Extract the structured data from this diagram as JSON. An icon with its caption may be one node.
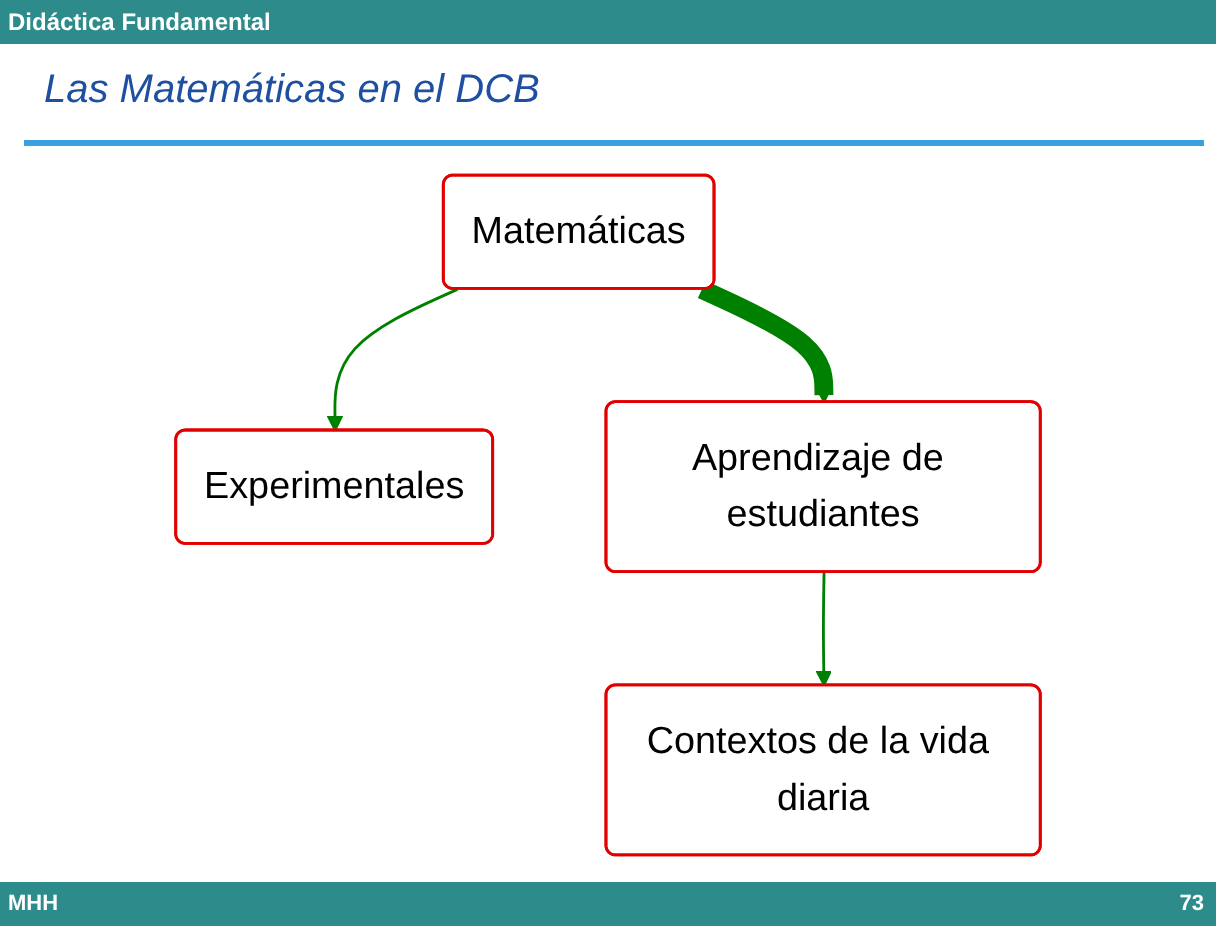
{
  "diagram": {
    "title": "Las Matemáticas en el DCB",
    "nodes": [
      {
        "text": [
          "Matemáticas"
        ]
      },
      {
        "text": [
          "Experimentales"
        ]
      },
      {
        "text": [
          "Aprendizaje de estudiantes"
        ]
      },
      {
        "text": [
          "Contextos de la vida diaria"
        ]
      }
    ],
    "edges": [
      {
        "from": 0,
        "to": 1,
        "arrow": "to",
        "color": "#008000"
      },
      {
        "from": 2,
        "to": 3,
        "arrow": "to",
        "color": "#008000"
      },
      {
        "from": 0,
        "to": 2,
        "arrow": "to",
        "style": "thick",
        "color": "#008000"
      }
    ],
    "labels": [
      "Didáctica Fundamental",
      "MHH",
      "73"
    ]
  }
}
